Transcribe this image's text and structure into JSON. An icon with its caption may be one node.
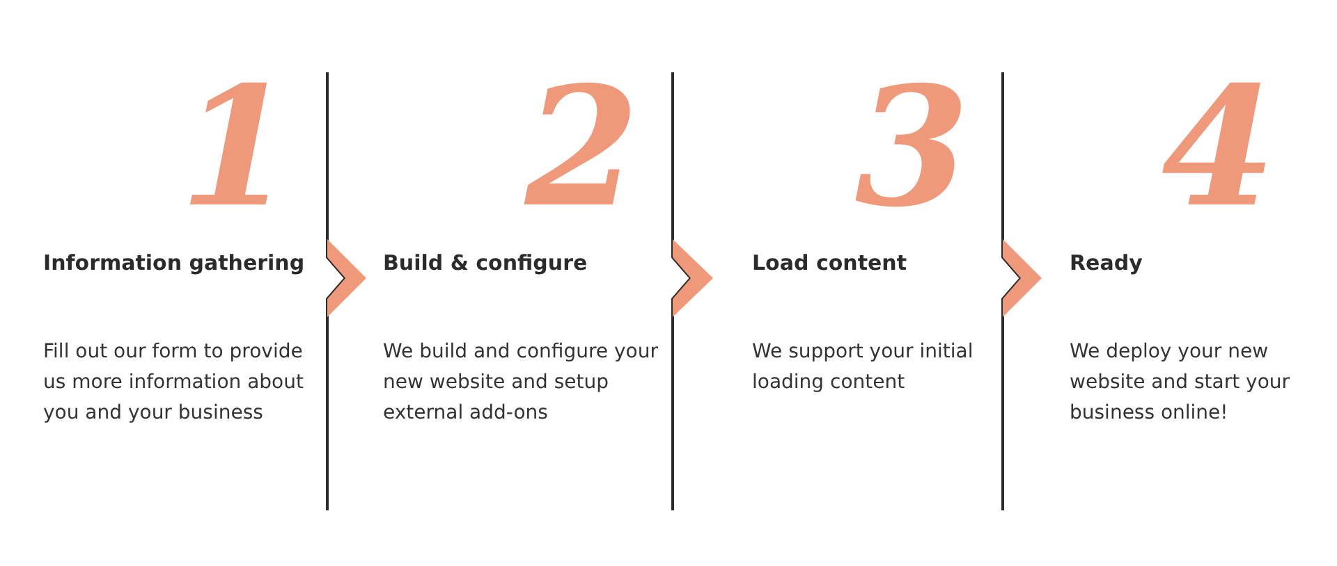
{
  "diagram": {
    "nodes": [
      {
        "text": [
          "1",
          "Information gathering",
          "Fill out our form to provide us more information about you and your business"
        ]
      },
      {
        "text": [
          "2",
          "Build & configure",
          "We build and configure your new website and setup external add-ons"
        ]
      },
      {
        "text": [
          "3",
          "Load content",
          "We support your initial loading content"
        ]
      },
      {
        "text": [
          "4",
          "Ready",
          "We deploy your new website and start your business online!"
        ]
      }
    ],
    "edges": [
      {
        "from": 0,
        "to": 1,
        "arrow": "to"
      },
      {
        "from": 1,
        "to": 2,
        "arrow": "to"
      },
      {
        "from": 2,
        "to": 3,
        "arrow": "to"
      }
    ]
  }
}
